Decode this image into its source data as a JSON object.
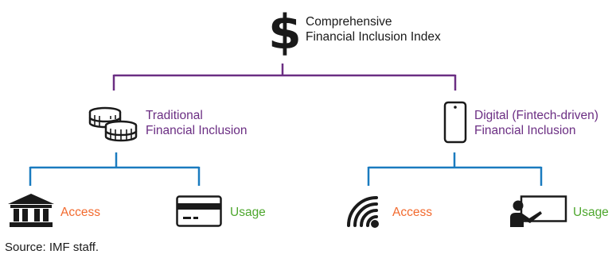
{
  "root": {
    "icon": "dollar-sign-icon",
    "label_line1": "Comprehensive",
    "label_line2": "Financial Inclusion Index"
  },
  "branches": [
    {
      "icon": "coins-icon",
      "label_line1": "Traditional",
      "label_line2": "Financial Inclusion",
      "children": [
        {
          "icon": "bank-icon",
          "label": "Access"
        },
        {
          "icon": "credit-card-icon",
          "label": "Usage"
        }
      ]
    },
    {
      "icon": "smartphone-icon",
      "label_line1": "Digital (Fintech-driven)",
      "label_line2": "Financial Inclusion",
      "children": [
        {
          "icon": "wifi-icon",
          "label": "Access"
        },
        {
          "icon": "presenter-icon",
          "label": "Usage"
        }
      ]
    }
  ],
  "source": "Source: IMF staff.",
  "colors": {
    "root_text": "#1a1a1a",
    "branch_text": "#6b2e83",
    "access_text": "#f26a2e",
    "usage_text": "#4ea72e",
    "purple_connector": "#6b2e83",
    "blue_connector": "#1a7bbf"
  }
}
